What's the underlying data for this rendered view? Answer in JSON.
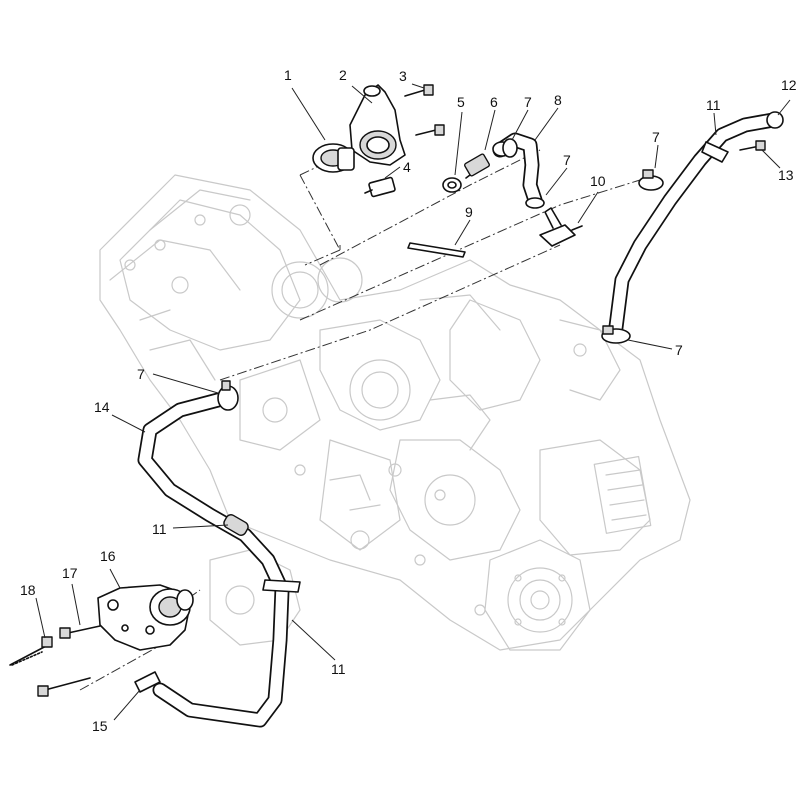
{
  "diagram": {
    "callouts": [
      {
        "id": "c1",
        "text": "1"
      },
      {
        "id": "c2",
        "text": "2"
      },
      {
        "id": "c3",
        "text": "3"
      },
      {
        "id": "c4",
        "text": "4"
      },
      {
        "id": "c5",
        "text": "5"
      },
      {
        "id": "c6",
        "text": "6"
      },
      {
        "id": "c7a",
        "text": "7"
      },
      {
        "id": "c8",
        "text": "8"
      },
      {
        "id": "c7b",
        "text": "7"
      },
      {
        "id": "c9",
        "text": "9"
      },
      {
        "id": "c10",
        "text": "10"
      },
      {
        "id": "c11a",
        "text": "11"
      },
      {
        "id": "c12",
        "text": "12"
      },
      {
        "id": "c7c",
        "text": "7"
      },
      {
        "id": "c13",
        "text": "13"
      },
      {
        "id": "c7d",
        "text": "7"
      },
      {
        "id": "c7e",
        "text": "7"
      },
      {
        "id": "c14",
        "text": "14"
      },
      {
        "id": "c11b",
        "text": "11"
      },
      {
        "id": "c16",
        "text": "16"
      },
      {
        "id": "c17",
        "text": "17"
      },
      {
        "id": "c18",
        "text": "18"
      },
      {
        "id": "c11c",
        "text": "11"
      },
      {
        "id": "c15",
        "text": "15"
      }
    ]
  }
}
